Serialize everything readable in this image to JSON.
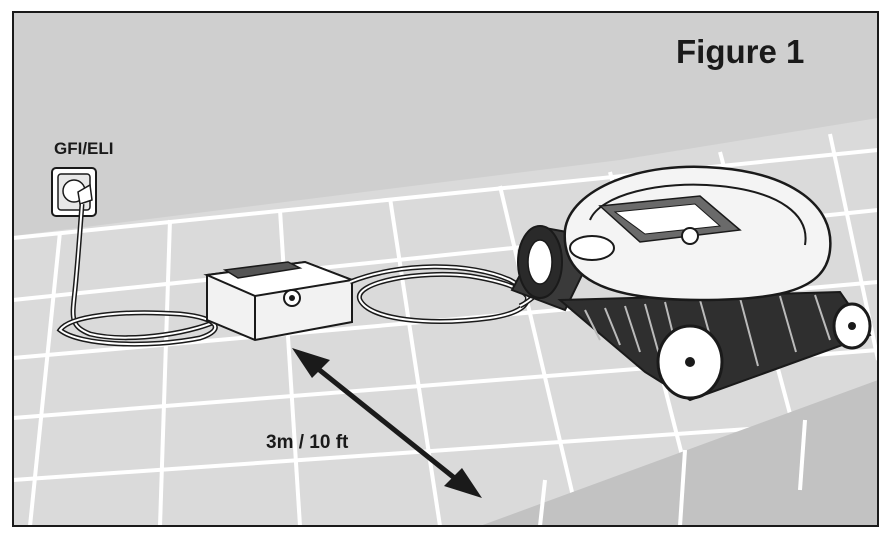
{
  "figure": {
    "title": "Figure 1",
    "outlet_label": "GFI/ELI",
    "distance_label": "3m / 10 ft"
  },
  "colors": {
    "wall": "#cdcdcd",
    "deck": "#d8d8d8",
    "grout": "#ffffff",
    "coping": "#c4c4c4",
    "ink": "#1a1a1a"
  }
}
